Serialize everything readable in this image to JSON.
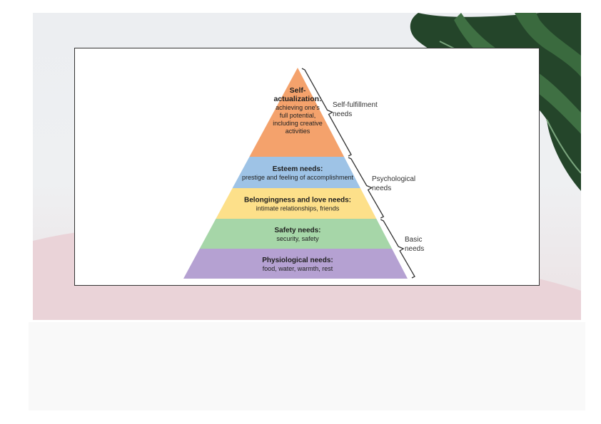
{
  "diagram": {
    "levels": [
      {
        "title_lines": [
          "Self-",
          "actualization:"
        ],
        "desc_lines": [
          "achieving one's",
          "full potential,",
          "including creative",
          "activities"
        ],
        "color": "#f4a26c"
      },
      {
        "title_lines": [
          "Esteem needs:"
        ],
        "desc_lines": [
          "prestige and feeling of accomplishment"
        ],
        "color": "#9ec3e6"
      },
      {
        "title_lines": [
          "Belongingness and love needs:"
        ],
        "desc_lines": [
          "intimate relationships, friends"
        ],
        "color": "#fde08a"
      },
      {
        "title_lines": [
          "Safety needs:"
        ],
        "desc_lines": [
          "security, safety"
        ],
        "color": "#a6d6a8"
      },
      {
        "title_lines": [
          "Physiological needs:"
        ],
        "desc_lines": [
          "food, water, warmth, rest"
        ],
        "color": "#b5a1d2"
      }
    ],
    "groups": [
      {
        "label_lines": [
          "Self-fulfillment",
          "needs"
        ]
      },
      {
        "label_lines": [
          "Psychological",
          "needs"
        ]
      },
      {
        "label_lines": [
          "Basic",
          "needs"
        ]
      }
    ]
  },
  "colors": {
    "slide_background": "#eceef1",
    "pink_accent": "#ecd7db",
    "leaf_dark": "#1f3a24",
    "leaf_mid": "#2f5a34"
  },
  "decor": {
    "icon": "monstera-leaf-icon"
  }
}
